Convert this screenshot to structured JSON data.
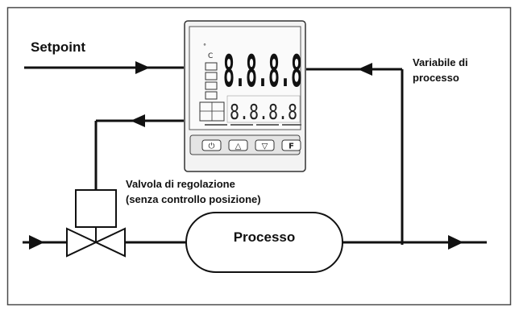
{
  "labels": {
    "setpoint": "Setpoint",
    "process_variable": [
      "Variabile di",
      "processo"
    ],
    "valve": [
      "Valvola di regolazione",
      "(senza controllo posizione)"
    ],
    "process": "Processo"
  },
  "controller": {
    "main_display": "8.8.8.8",
    "sub_display": "8.8.8.8",
    "indicator_marks": [
      "°",
      "C"
    ],
    "buttons": [
      "power-icon",
      "up-triangle-icon",
      "down-triangle-icon",
      "function-key-icon"
    ],
    "button_glyphs": [
      "⏻",
      "△",
      "▽",
      "F"
    ]
  },
  "colors": {
    "line": "#111111",
    "frame": "#4a4a4a",
    "panel": "#f3f3f3"
  }
}
